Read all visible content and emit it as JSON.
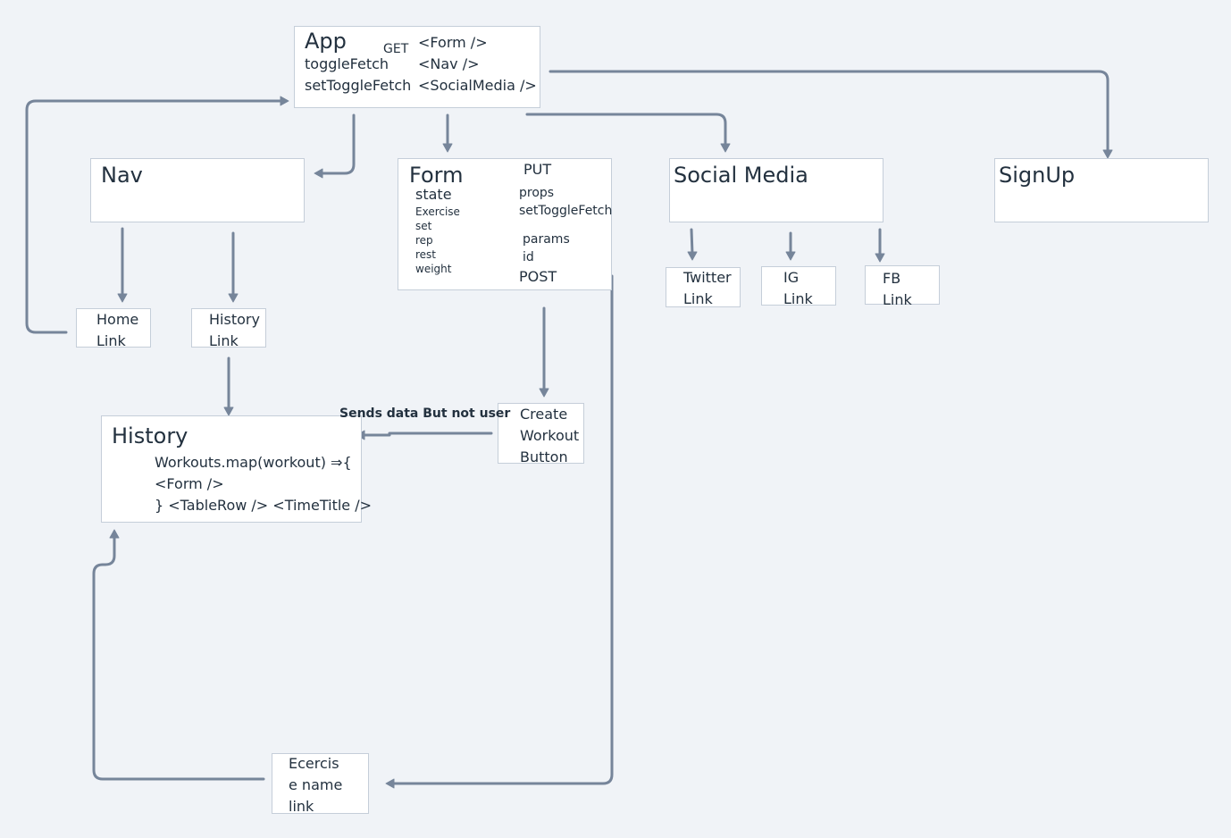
{
  "app": {
    "title": "App",
    "get": "GET",
    "toggle_fetch": "toggleFetch",
    "set_toggle_fetch": "setToggleFetch",
    "form_comp": "<Form />",
    "nav_comp": "<Nav />",
    "social_comp": "<SocialMedia />"
  },
  "nav": {
    "title": "Nav"
  },
  "form": {
    "title": "Form",
    "put": "PUT",
    "state": "state",
    "state_fields": [
      "Exercise",
      "set",
      "rep",
      "rest",
      "weight"
    ],
    "props": "props",
    "props_value": "setToggleFetch",
    "params": "params",
    "params_value": "id",
    "post": "POST"
  },
  "social_media": {
    "title": "Social Media"
  },
  "signup": {
    "title": "SignUp"
  },
  "links": {
    "home": [
      "Home",
      "Link"
    ],
    "history": [
      "History",
      "Link"
    ],
    "twitter": [
      "Twitter",
      "Link"
    ],
    "ig": [
      "IG",
      "Link"
    ],
    "fb": [
      "FB",
      "Link"
    ]
  },
  "history": {
    "title": "History",
    "lines": [
      "Workouts.map(workout) ⇒{",
      "<Form />",
      "} <TableRow /> <TimeTitle  />"
    ]
  },
  "create_button": {
    "lines": [
      "Create",
      "Workout",
      "Button"
    ]
  },
  "send_label": "Sends data But not user",
  "exercise_link": {
    "lines": [
      "Ecercis",
      "e  name",
      "link"
    ]
  }
}
